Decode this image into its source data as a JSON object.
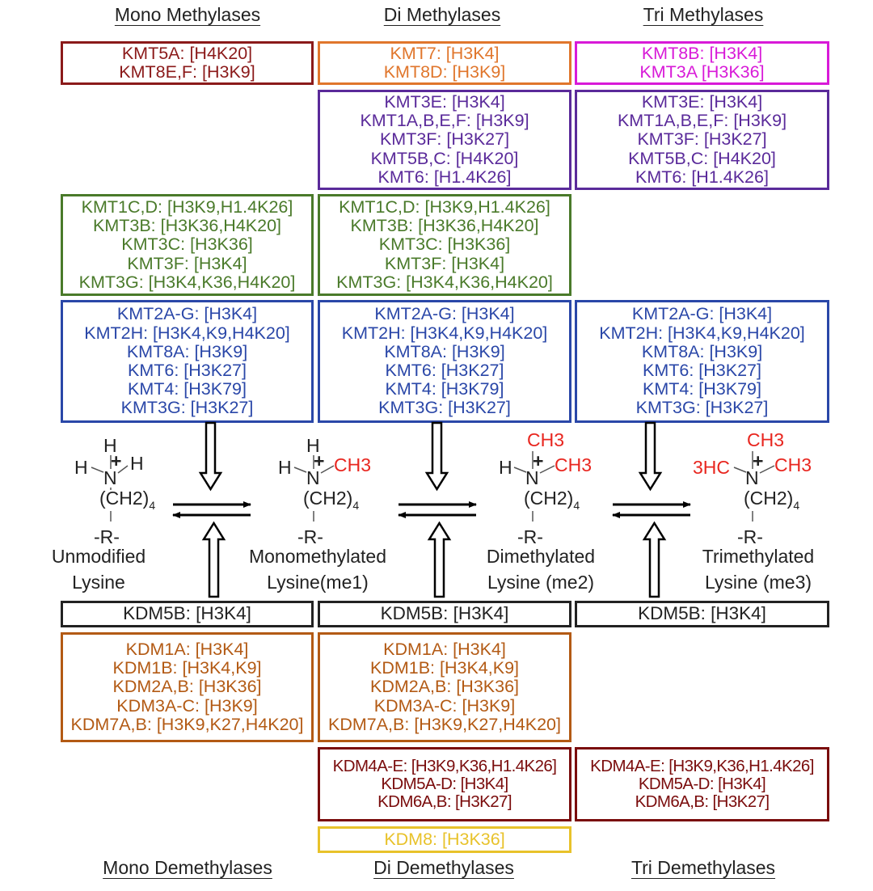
{
  "headers_top": [
    "Mono Methylases",
    "Di Methylases",
    "Tri Methylases"
  ],
  "headers_bottom": [
    "Mono Demethylases",
    "Di Demethylases",
    "Tri Demethylases"
  ],
  "colors": {
    "darkred": "#8b1a1a",
    "orange": "#e0762c",
    "magenta": "#d81ad8",
    "purple": "#5a2a9a",
    "green": "#4a7a2a",
    "blue": "#2a47a8",
    "black": "#222222",
    "brown": "#b35a14",
    "maroon": "#7a0c0c",
    "gold": "#e8c22a",
    "red": "#e8261f"
  },
  "boxes": {
    "mono_kmt5a": [
      "KMT5A: [H4K20]",
      "KMT8E,F: [H3K9]"
    ],
    "di_kmt7": [
      "KMT7: [H3K4]",
      "KMT8D: [H3K9]"
    ],
    "tri_kmt8b": [
      "KMT8B: [H3K4]",
      "KMT3A [H3K36]"
    ],
    "di_kmt3e": [
      "KMT3E: [H3K4]",
      "KMT1A,B,E,F: [H3K9]",
      "KMT3F: [H3K27]",
      "KMT5B,C: [H4K20]",
      "KMT6: [H1.4K26]"
    ],
    "tri_kmt3e": [
      "KMT3E: [H3K4]",
      "KMT1A,B,E,F: [H3K9]",
      "KMT3F: [H3K27]",
      "KMT5B,C: [H4K20]",
      "KMT6: [H1.4K26]"
    ],
    "mono_kmt1c": [
      "KMT1C,D: [H3K9,H1.4K26]",
      "KMT3B: [H3K36,H4K20]",
      "KMT3C: [H3K36]",
      "KMT3F: [H3K4]",
      "KMT3G: [H3K4,K36,H4K20]"
    ],
    "di_kmt1c": [
      "KMT1C,D: [H3K9,H1.4K26]",
      "KMT3B: [H3K36,H4K20]",
      "KMT3C: [H3K36]",
      "KMT3F: [H3K4]",
      "KMT3G: [H3K4,K36,H4K20]"
    ],
    "mono_kmt2": [
      "KMT2A-G: [H3K4]",
      "KMT2H: [H3K4,K9,H4K20]",
      "KMT8A: [H3K9]",
      "KMT6: [H3K27]",
      "KMT4: [H3K79]",
      "KMT3G: [H3K27]"
    ],
    "di_kmt2": [
      "KMT2A-G: [H3K4]",
      "KMT2H: [H3K4,K9,H4K20]",
      "KMT8A: [H3K9]",
      "KMT6: [H3K27]",
      "KMT4: [H3K79]",
      "KMT3G: [H3K27]"
    ],
    "tri_kmt2": [
      "KMT2A-G: [H3K4]",
      "KMT2H: [H3K4,K9,H4K20]",
      "KMT8A: [H3K9]",
      "KMT6: [H3K27]",
      "KMT4: [H3K79]",
      "KMT3G: [H3K27]"
    ],
    "mono_kdm5b": [
      "KDM5B: [H3K4]"
    ],
    "di_kdm5b": [
      "KDM5B: [H3K4]"
    ],
    "tri_kdm5b": [
      "KDM5B: [H3K4]"
    ],
    "mono_kdm1": [
      "KDM1A: [H3K4]",
      "KDM1B: [H3K4,K9]",
      "KDM2A,B: [H3K36]",
      "KDM3A-C: [H3K9]",
      "KDM7A,B: [H3K9,K27,H4K20]"
    ],
    "di_kdm1": [
      "KDM1A: [H3K4]",
      "KDM1B: [H3K4,K9]",
      "KDM2A,B: [H3K36]",
      "KDM3A-C: [H3K9]",
      "KDM7A,B: [H3K9,K27,H4K20]"
    ],
    "di_kdm4": [
      "KDM4A-E: [H3K9,K36,H1.4K26]",
      "KDM5A-D: [H3K4]",
      "KDM6A,B: [H3K27]"
    ],
    "tri_kdm4": [
      "KDM4A-E: [H3K9,K36,H1.4K26]",
      "KDM5A-D: [H3K4]",
      "KDM6A,B: [H3K27]"
    ],
    "di_kdm8": [
      "KDM8: [H3K36]"
    ]
  },
  "molecules": {
    "h": "H",
    "n": "N",
    "plus": "+",
    "ch3": "CH3",
    "h3c": "3HC",
    "chain": "(CH2)",
    "chain_sub": "4",
    "r": "-R-"
  },
  "labels": [
    [
      "Unmodified",
      "Lysine"
    ],
    [
      "Monomethylated",
      "Lysine(me1)"
    ],
    [
      "Dimethylated",
      "Lysine (me2)"
    ],
    [
      "Trimethylated",
      "Lysine (me3)"
    ]
  ]
}
